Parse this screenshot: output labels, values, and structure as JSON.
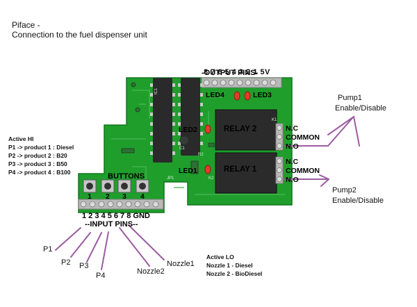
{
  "title": {
    "line1": "Piface -",
    "line2": "Connection to the fuel dispenser unit"
  },
  "active_hi": {
    "heading": "Active HI",
    "lines": [
      "P1 -> product 1 : Diesel",
      "P2 -> product 2 : B20",
      "P3 -> product 3 : B50",
      "P4 -> product 4 : B100"
    ]
  },
  "active_lo": {
    "heading": "Active LO",
    "lines": [
      "Nozzle 1 - Diesel",
      "Nozzle 2 - BioDiesel"
    ]
  },
  "board": {
    "output_header": "-OUTPUT PINS-",
    "output_pins": "8 7 6 5 4 3 2 1 5V",
    "input_header": "--INPUT PINS--",
    "input_pins": "1 2 3 4 5 6 7 8 GND",
    "buttons_label": "BUTTONS",
    "button_numbers": [
      "1",
      "2",
      "3",
      "4"
    ],
    "led_labels": [
      "LED4",
      "LED3",
      "LED2",
      "LED1"
    ],
    "relay_labels": [
      "RELAY 2",
      "RELAY 1"
    ],
    "relay2_terms": [
      "N.C",
      "COMMON",
      "N.O"
    ],
    "relay1_terms": [
      "N.C",
      "COMMON",
      "N.O"
    ],
    "silk": [
      "IC1",
      "C1",
      "R2",
      "JP1",
      "K1",
      "K2"
    ]
  },
  "annotations": {
    "pump1": [
      "Pump1",
      "Enable/Disable"
    ],
    "pump2": [
      "Pump2",
      "Enable/Disable"
    ],
    "inputs": [
      "P1",
      "P2",
      "P3",
      "P4",
      "Nozzle2",
      "Nozzle1"
    ]
  },
  "colors": {
    "pcb": "#1f9e2c",
    "relay": "#2b2b2b",
    "line": "#9b5ba0",
    "header": "#b9b9b9"
  }
}
